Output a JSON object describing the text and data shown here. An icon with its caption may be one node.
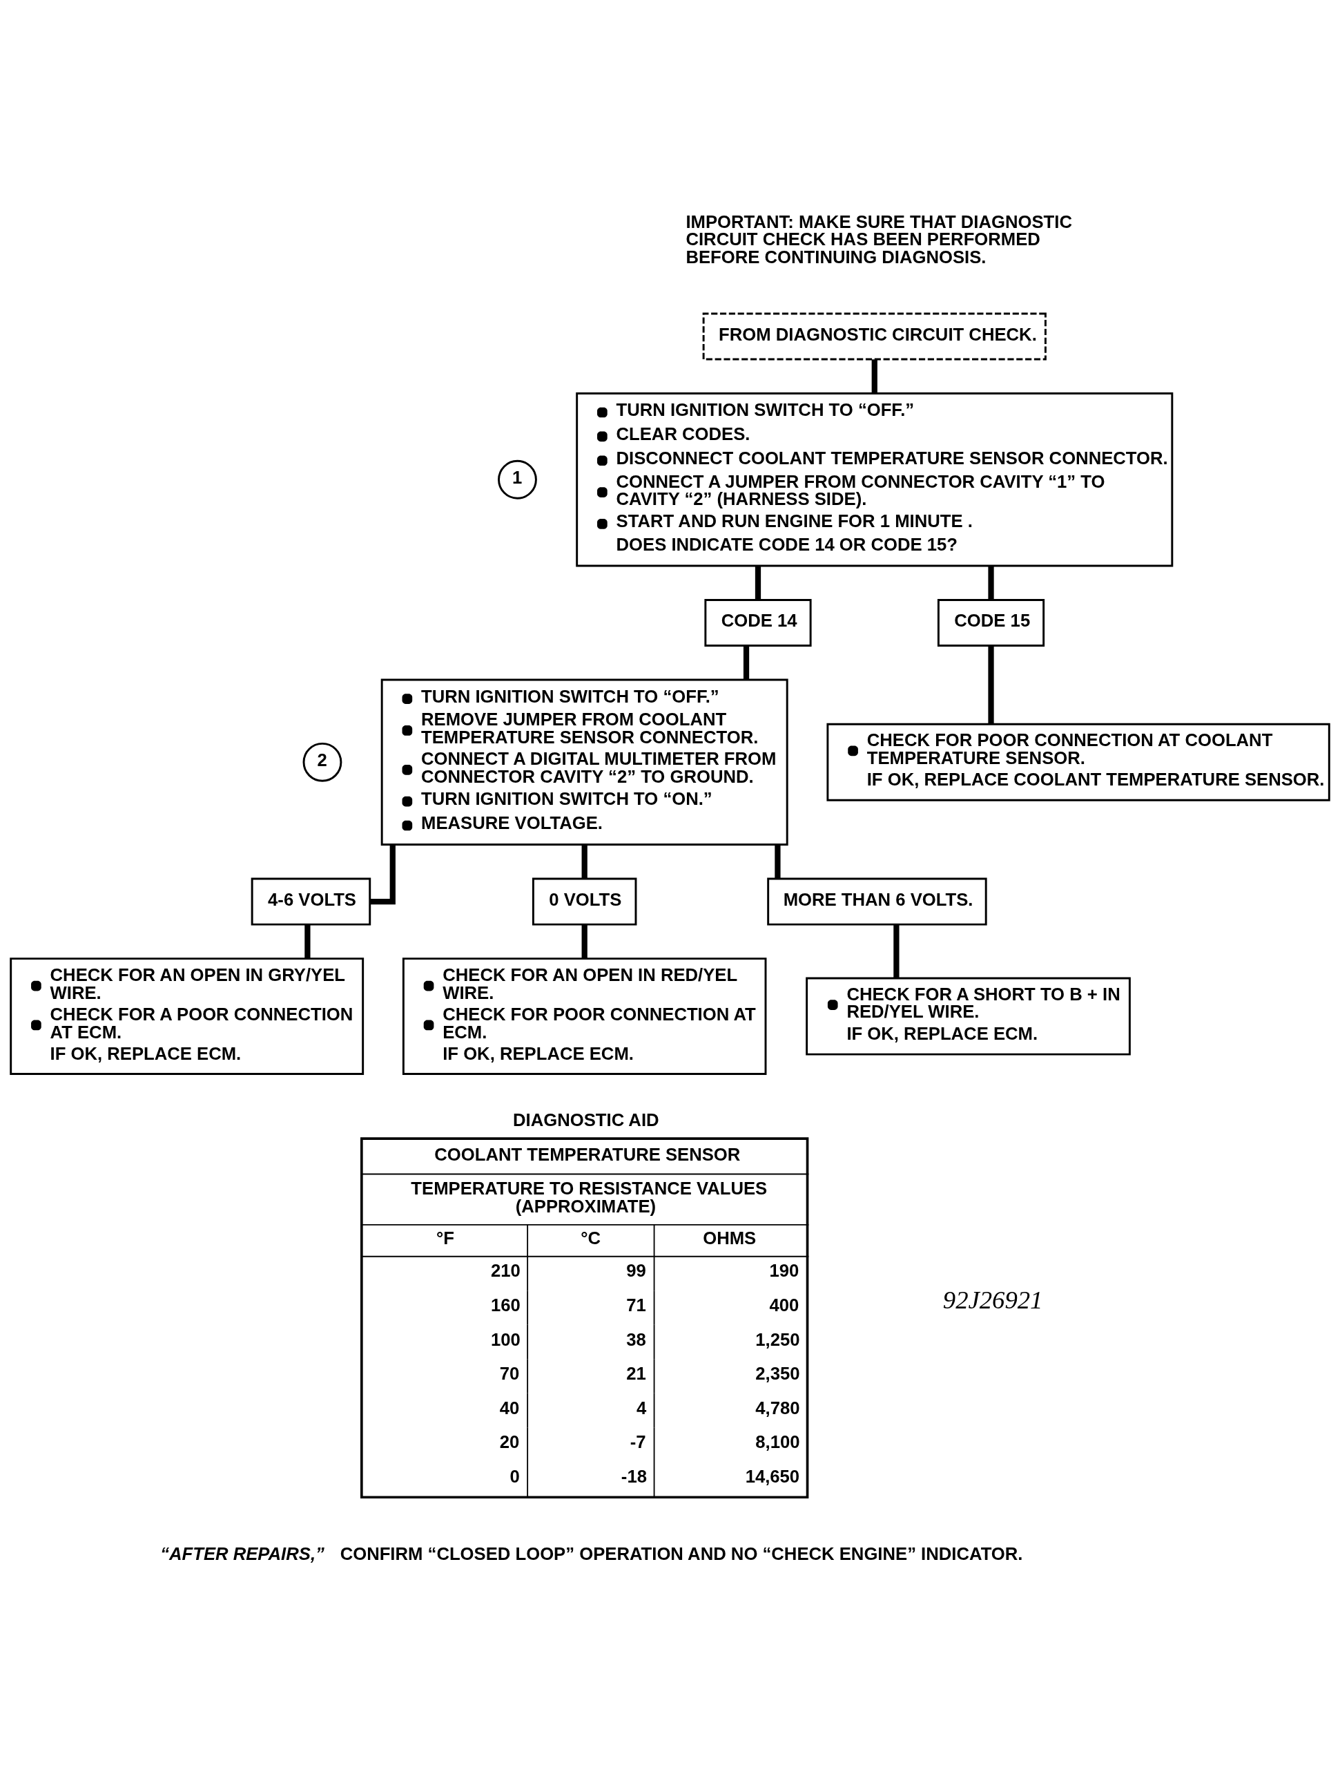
{
  "diagram": {
    "nodes": [
      {
        "text": [
          "FROM DIAGNOSTIC CIRCUIT CHECK."
        ]
      },
      {
        "text": [
          "1"
        ]
      },
      {
        "text": [
          "TURN IGNITION SWITCH TO “OFF.”",
          "CLEAR CODES.",
          "DISCONNECT COOLANT TEMPERATURE SENSOR CONNECTOR.",
          "CONNECT A JUMPER FROM CONNECTOR CAVITY “1” TO CAVITY “2” (HARNESS SIDE).",
          "START AND RUN ENGINE FOR 1 MINUTE .",
          "DOES INDICATE CODE 14 OR CODE 15?"
        ]
      },
      {
        "text": [
          "CODE 14"
        ]
      },
      {
        "text": [
          "CODE 15"
        ]
      },
      {
        "text": [
          "2"
        ]
      },
      {
        "text": [
          "TURN IGNITION SWITCH TO “OFF.”",
          "REMOVE JUMPER FROM COOLANT TEMPERATURE SENSOR CONNECTOR.",
          "CONNECT A DIGITAL MULTIMETER FROM CONNECTOR CAVITY “2” TO GROUND.",
          "TURN IGNITION SWITCH TO “ON.”",
          "MEASURE VOLTAGE."
        ]
      },
      {
        "text": [
          "CHECK FOR POOR CONNECTION AT COOLANT TEMPERATURE SENSOR.",
          "IF OK, REPLACE COOLANT TEMPERATURE SENSOR."
        ]
      },
      {
        "text": [
          "4-6 VOLTS"
        ]
      },
      {
        "text": [
          "0 VOLTS"
        ]
      },
      {
        "text": [
          "MORE THAN 6 VOLTS."
        ]
      },
      {
        "text": [
          "CHECK FOR AN OPEN IN GRY/YEL WIRE.",
          "CHECK FOR A POOR CONNECTION AT ECM.",
          "IF OK, REPLACE ECM."
        ]
      },
      {
        "text": [
          "CHECK FOR AN OPEN IN RED/YEL WIRE.",
          "CHECK FOR POOR CONNECTION AT ECM.",
          "IF OK, REPLACE ECM."
        ]
      },
      {
        "text": [
          "CHECK FOR A SHORT TO B + IN RED/YEL WIRE.",
          "IF OK, REPLACE ECM."
        ]
      }
    ],
    "edges": [
      {
        "from": 0,
        "to": 2,
        "arrow": "none"
      },
      {
        "from": 2,
        "to": 3,
        "arrow": "none"
      },
      {
        "from": 2,
        "to": 4,
        "arrow": "none"
      },
      {
        "from": 3,
        "to": 6,
        "arrow": "none"
      },
      {
        "from": 4,
        "to": 7,
        "arrow": "none"
      },
      {
        "from": 6,
        "to": 8,
        "arrow": "none"
      },
      {
        "from": 6,
        "to": 9,
        "arrow": "none"
      },
      {
        "from": 6,
        "to": 10,
        "arrow": "none"
      },
      {
        "from": 8,
        "to": 11,
        "arrow": "none"
      },
      {
        "from": 9,
        "to": 12,
        "arrow": "none"
      },
      {
        "from": 10,
        "to": 13,
        "arrow": "none"
      }
    ],
    "labels": [
      "IMPORTANT: MAKE SURE THAT DIAGNOSTIC CIRCUIT CHECK HAS BEEN PERFORMED BEFORE CONTINUING DIAGNOSIS.",
      "DIAGNOSTIC AID",
      "COOLANT TEMPERATURE SENSOR",
      "TEMPERATURE TO RESISTANCE VALUES (APPROXIMATE)",
      "°F",
      "°C",
      "OHMS",
      "210",
      "99",
      "190",
      "160",
      "71",
      "400",
      "100",
      "38",
      "1,250",
      "70",
      "21",
      "2,350",
      "40",
      "4",
      "4,780",
      "20",
      "-7",
      "8,100",
      "0",
      "-18",
      "14,650",
      "92J26921",
      "*“AFTER REPAIRS,”* CONFIRM “CLOSED LOOP” OPERATION AND NO “CHECK ENGINE” INDICATOR."
    ]
  }
}
